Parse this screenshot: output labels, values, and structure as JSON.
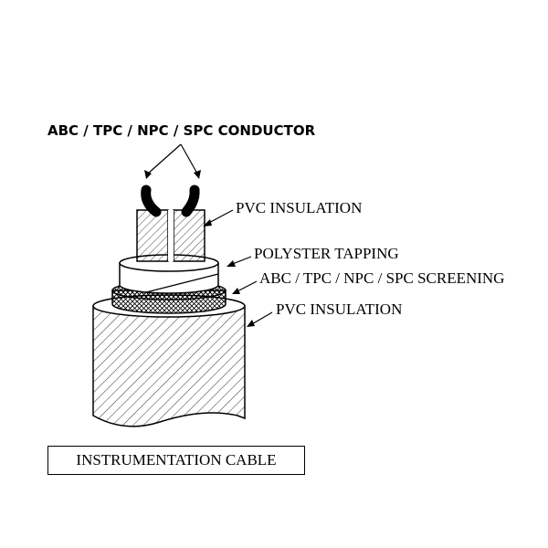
{
  "title": "INSTRUMENTATION CABLE",
  "labels": {
    "conductor": "ABC / TPC / NPC / SPC CONDUCTOR",
    "inner_insulation": "PVC INSULATION",
    "tapping": "POLYSTER TAPPING",
    "screening": "ABC / TPC / NPC / SPC SCREENING",
    "outer_insulation": "PVC INSULATION"
  },
  "colors": {
    "line": "#000000",
    "background": "#ffffff"
  }
}
